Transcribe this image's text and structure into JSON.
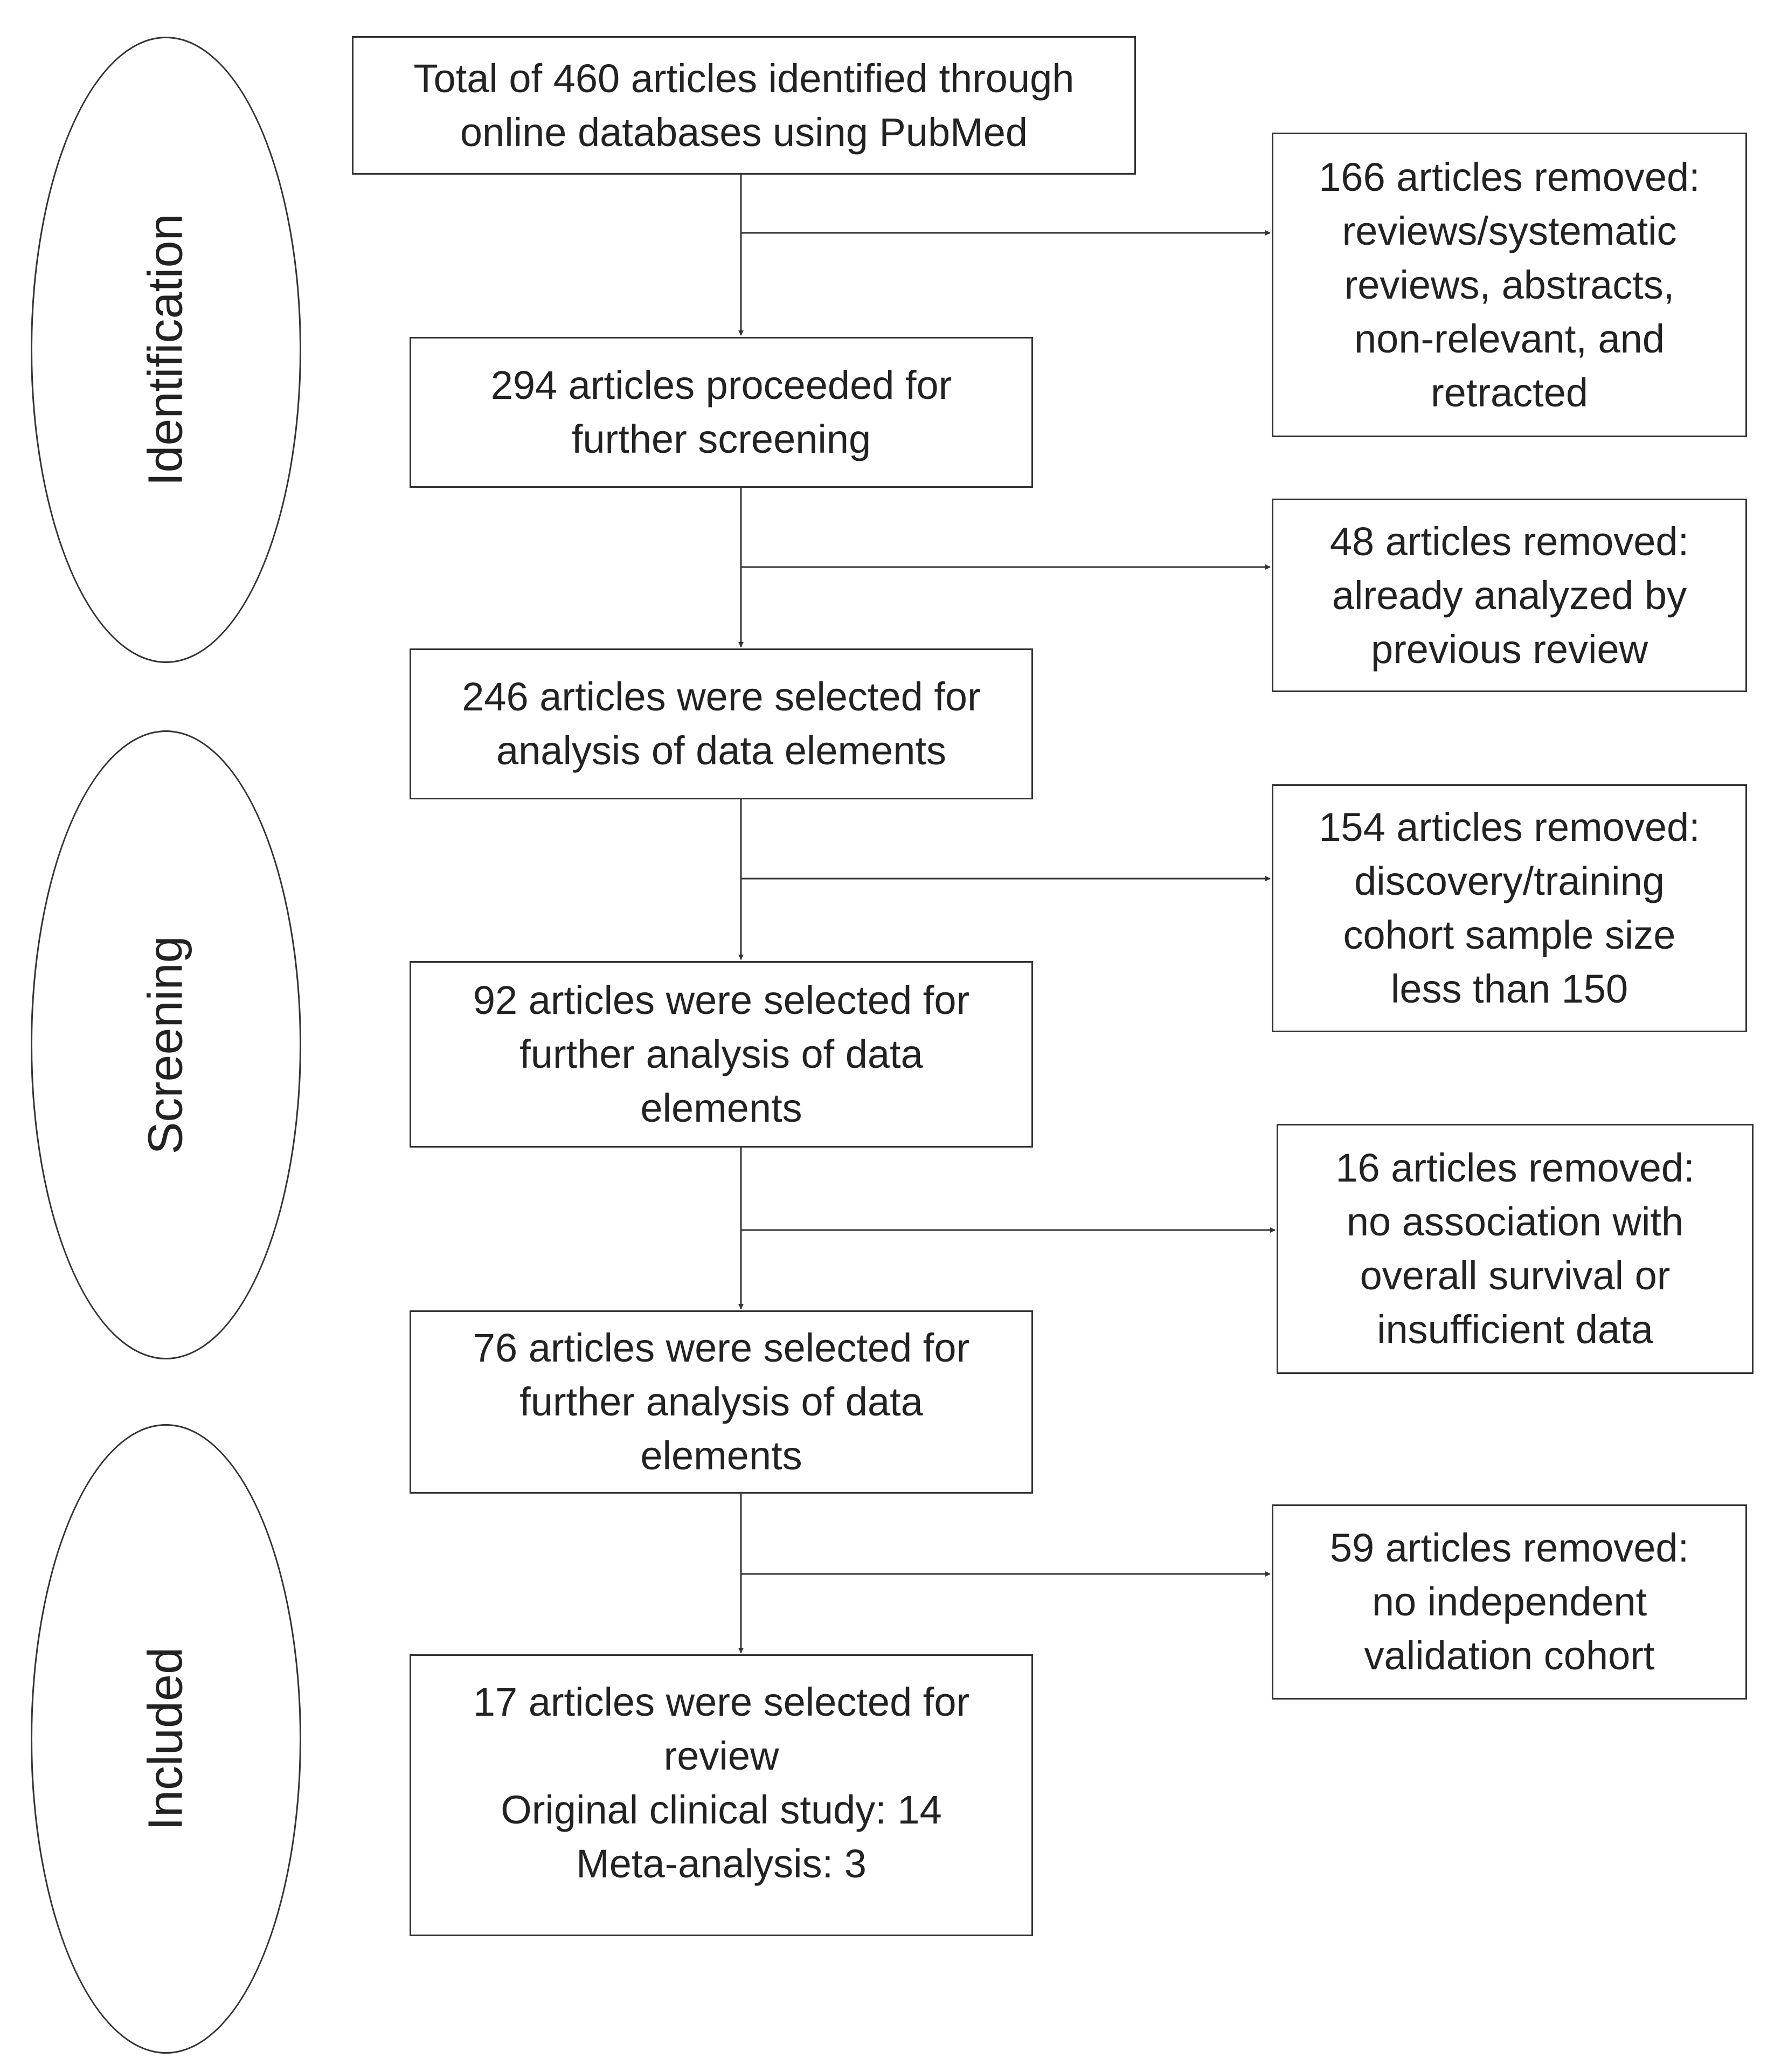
{
  "colors": {
    "stroke": "#333333",
    "text": "#222222",
    "background": "#ffffff"
  },
  "stages": {
    "identification": "Identification",
    "screening": "Screening",
    "included": "Included"
  },
  "main_boxes": [
    {
      "lines": [
        "Total of 460 articles identified through",
        "online databases using PubMed"
      ]
    },
    {
      "lines": [
        "294 articles proceeded for",
        "further screening"
      ]
    },
    {
      "lines": [
        "246 articles were selected for",
        "analysis of data elements"
      ]
    },
    {
      "lines": [
        "92 articles were selected for",
        "further analysis of data",
        "elements"
      ]
    },
    {
      "lines": [
        "76 articles were selected for",
        "further analysis of data",
        "elements"
      ]
    },
    {
      "lines": [
        "17 articles were selected for",
        "review",
        "Original clinical study: 14",
        "Meta-analysis: 3"
      ]
    }
  ],
  "exclusion_boxes": [
    {
      "lines": [
        "166 articles removed:",
        "reviews/systematic",
        "reviews, abstracts,",
        "non-relevant, and",
        "retracted"
      ]
    },
    {
      "lines": [
        "48 articles removed:",
        "already analyzed by",
        "previous review"
      ]
    },
    {
      "lines": [
        "154 articles removed:",
        "discovery/training",
        "cohort sample size",
        "less than 150"
      ]
    },
    {
      "lines": [
        "16 articles removed:",
        "no association with",
        "overall survival or",
        "insufficient data"
      ]
    },
    {
      "lines": [
        "59 articles removed:",
        "no independent",
        "validation cohort"
      ]
    }
  ]
}
